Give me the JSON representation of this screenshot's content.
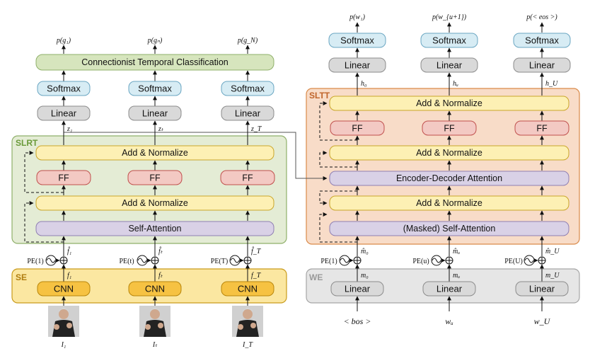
{
  "colors": {
    "slrt_bg": "#e4ecd5",
    "slrt_border": "#8fb06a",
    "se_bg": "#fbe7a1",
    "se_border": "#c99b1c",
    "sltt_bg": "#f8dcc8",
    "sltt_border": "#d98a4a",
    "we_bg": "#e6e6e6",
    "we_border": "#a6a6a6",
    "softmax": "#d7ecf4",
    "linear": "#d9d9d9",
    "addnorm": "#fdf0b4",
    "ff": "#f3c9c3",
    "attention": "#d9d1e6",
    "ctc": "#d6e5bd",
    "cnn": "#f6c242"
  },
  "sections": {
    "slrt": "SLRT",
    "se": "SE",
    "sltt": "SLTT",
    "we": "WE"
  },
  "left": {
    "ctc_label": "Connectionist Temporal Classification",
    "softmax": "Softmax",
    "linear": "Linear",
    "add_norm": "Add & Normalize",
    "ff": "FF",
    "self_attention": "Self-Attention",
    "cnn": "CNN",
    "columns": [
      {
        "output": "p(g₁)",
        "z": "z₁",
        "f_hat": "f̂₁",
        "f": "f₁",
        "pe": "PE(1)",
        "image_label": "I₁"
      },
      {
        "output": "p(gₙ)",
        "z": "zₜ",
        "f_hat": "f̂ₜ",
        "f": "fₜ",
        "pe": "PE(t)",
        "image_label": "Iₜ"
      },
      {
        "output": "p(g_N)",
        "z": "z_T",
        "f_hat": "f̂_T",
        "f": "f_T",
        "pe": "PE(T)",
        "image_label": "I_T"
      }
    ]
  },
  "right": {
    "softmax": "Softmax",
    "linear": "Linear",
    "add_norm": "Add & Normalize",
    "ff": "FF",
    "enc_dec_attention": "Encoder-Decoder Attention",
    "masked_attention": "(Masked) Self-Attention",
    "columns": [
      {
        "output": "p(w₁)",
        "h": "h₀",
        "m_hat": "m̂₀",
        "m": "m₀",
        "pe": "PE(1)",
        "input": "< bos >"
      },
      {
        "output": "p(w_{u+1})",
        "h": "hᵤ",
        "m_hat": "m̂ᵤ",
        "m": "mᵤ",
        "pe": "PE(u)",
        "input": "wᵤ"
      },
      {
        "output": "p(< eos >)",
        "h": "h_U",
        "m_hat": "m̂_U",
        "m": "m_U",
        "pe": "PE(U)",
        "input": "w_U"
      }
    ]
  }
}
